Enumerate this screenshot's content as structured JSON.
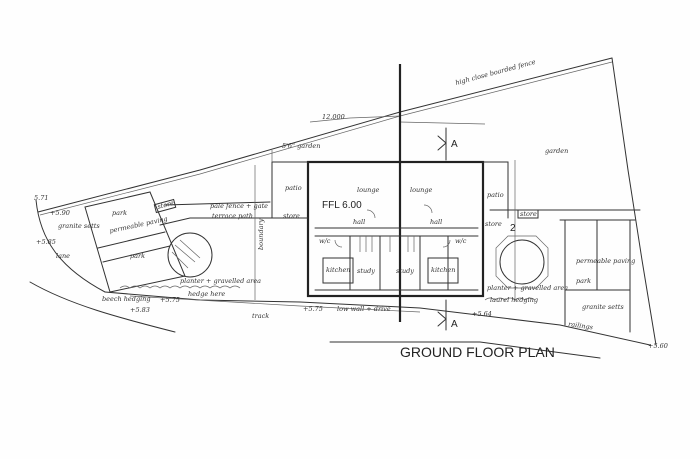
{
  "drawing": {
    "title": "GROUND FLOOR PLAN",
    "floor_level": "FFL 6.00",
    "section_marker": "A",
    "door_marker": "2",
    "dimension": "12.000",
    "labels": {
      "top_boundary": "high close boarded fence",
      "garden_right": "garden",
      "garden_left": "5'6\" garden",
      "patio_left": "patio",
      "patio_right": "patio",
      "lounge_left": "lounge",
      "lounge_right": "lounge",
      "hall_left": "hall",
      "hall_right": "hall",
      "wc_left": "w/c",
      "wc_right": "w/c",
      "kitchen_left": "kitchen",
      "kitchen_right": "kitchen",
      "study_left": "study",
      "study_right": "study",
      "store_left": "store",
      "store_right": "store",
      "store_left2": "store",
      "store_right2": "store",
      "path_fence": "pale fence + gate",
      "terrace_path": "terrace path",
      "park_top": "park",
      "park_bottom": "park",
      "permeable_left": "permeable paving",
      "permeable_right": "permeable paving",
      "park_right": "park",
      "granite_left": "granite setts",
      "granite_right": "granite setts",
      "planter_left": "planter + gravelled area",
      "planter_right": "planter + gravelled area",
      "hedge_left": "beech hedging",
      "hedge_right": "laurel hedging",
      "hedge_bottom": "hedge here",
      "track": "track",
      "railings": "railings",
      "boundary_wall": "boundary",
      "driveway": "low wall + drive",
      "lane": "lane",
      "level_1": "+5.90",
      "level_2": "+5.85",
      "level_3": "5.71",
      "level_4": "+5.75",
      "level_5": "+5.64",
      "level_6": "+5.60",
      "level_7": "+5.75",
      "level_8": "+5.83"
    }
  }
}
